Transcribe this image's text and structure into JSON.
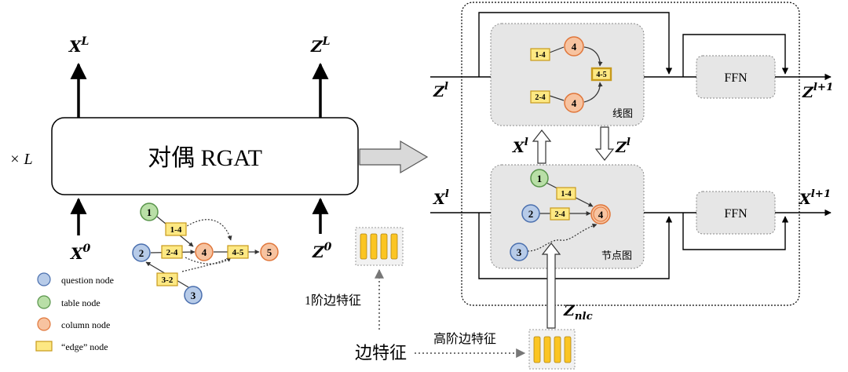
{
  "left": {
    "repeat_label": "× L",
    "block_label": "对偶 RGAT",
    "outputs": {
      "x_out": "X",
      "x_out_sup": "L",
      "z_out": "Z",
      "z_out_sup": "L"
    },
    "inputs": {
      "x_in": "X",
      "x_in_sup": "0",
      "z_in": "Z",
      "z_in_sup": "0"
    },
    "graph": {
      "nodes": [
        {
          "id": "1",
          "type": "table"
        },
        {
          "id": "2",
          "type": "question"
        },
        {
          "id": "3",
          "type": "question"
        },
        {
          "id": "4",
          "type": "column"
        },
        {
          "id": "5",
          "type": "column"
        }
      ],
      "edges": [
        "1-4",
        "2-4",
        "3-2",
        "4-5"
      ]
    },
    "legend": [
      {
        "label": "question node",
        "type": "question"
      },
      {
        "label": "table node",
        "type": "table"
      },
      {
        "label": "column node",
        "type": "column"
      },
      {
        "label": "“edge” node",
        "type": "edge"
      }
    ],
    "feature1_label": "1阶边特征",
    "edge_feature_label": "边特征",
    "high_order_label": "高阶边特征"
  },
  "right": {
    "line_graph": {
      "label": "线图",
      "input": {
        "base": "Z",
        "sup": "l"
      },
      "output": {
        "base": "Z",
        "sup": "l+1"
      },
      "edges": [
        "1-4",
        "2-4",
        "4-5"
      ],
      "nodes": [
        "4",
        "4"
      ],
      "ffn": "FFN"
    },
    "node_graph": {
      "label": "节点图",
      "input": {
        "base": "X",
        "sup": "l"
      },
      "output": {
        "base": "X",
        "sup": "l+1"
      },
      "nodes": [
        "1",
        "2",
        "3",
        "4"
      ],
      "edges": [
        "1-4",
        "2-4"
      ],
      "ffn": "FFN"
    },
    "cross": {
      "up": {
        "base": "X",
        "sup": "l"
      },
      "down": {
        "base": "Z",
        "sup": "l"
      }
    },
    "z_nlc": {
      "base": "Z",
      "sub": "nlc"
    }
  },
  "colors": {
    "question": "#b7cbe8",
    "question_stroke": "#4a6fae",
    "table": "#b9dfa7",
    "table_stroke": "#58944a",
    "column": "#f7c3a0",
    "column_stroke": "#e0763a",
    "edge": "#fde883",
    "edge_stroke": "#c79a1c",
    "panel": "#e6e6e6"
  }
}
